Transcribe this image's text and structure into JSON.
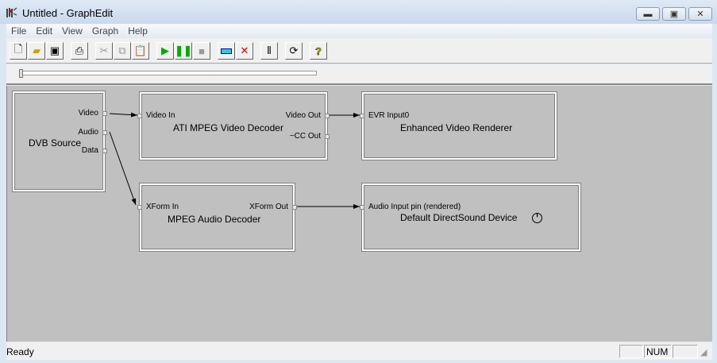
{
  "window": {
    "title": "Untitled - GraphEdit"
  },
  "menu": [
    "File",
    "Edit",
    "View",
    "Graph",
    "Help"
  ],
  "toolbar": [
    "new",
    "open",
    "save",
    "print",
    "cut",
    "copy",
    "paste",
    "play",
    "pause",
    "stop",
    "insert-filter",
    "disconnect",
    "graphedit",
    "refresh",
    "help"
  ],
  "filters": {
    "dvb": {
      "name": "DVB Source",
      "pins": {
        "video": "Video",
        "audio": "Audio",
        "data": "Data"
      }
    },
    "ati": {
      "name": "ATI MPEG Video Decoder",
      "pins": {
        "in": "Video In",
        "out": "Video Out",
        "cc": "~CC Out"
      }
    },
    "evr": {
      "name": "Enhanced Video Renderer",
      "pins": {
        "in": "EVR Input0"
      }
    },
    "mad": {
      "name": "MPEG Audio Decoder",
      "pins": {
        "in": "XForm In",
        "out": "XForm Out"
      }
    },
    "ds": {
      "name": "Default DirectSound Device",
      "pins": {
        "in": "Audio Input pin (rendered)"
      }
    }
  },
  "status": {
    "text": "Ready",
    "num": "NUM"
  }
}
